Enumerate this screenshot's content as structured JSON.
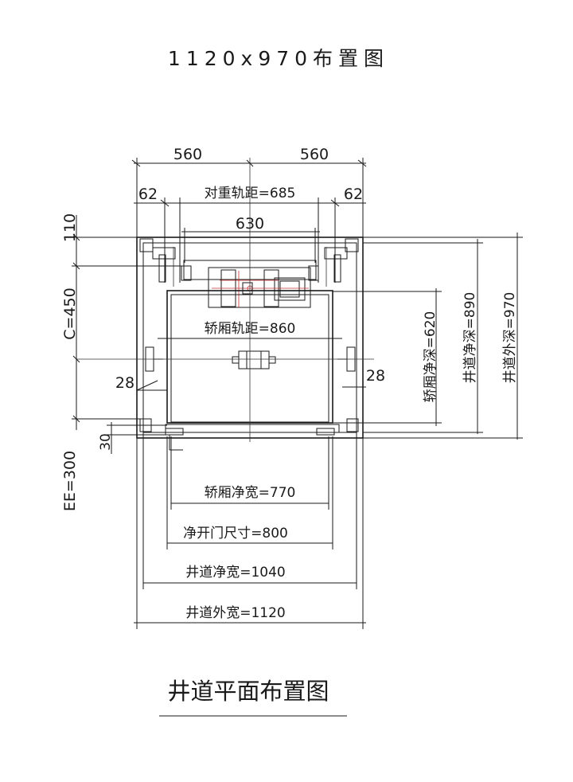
{
  "page_title": "1120x970布置图",
  "dims": {
    "top_left_half": "560",
    "top_right_half": "560",
    "left_62": "62",
    "right_62": "62",
    "cw_rail": "对重轨距=685",
    "cw_width": "630",
    "car_rail": "轿厢轨距=860",
    "car_net_width": "轿厢净宽=770",
    "door_clear": "净开门尺寸=800",
    "shaft_clear_width": "井道净宽=1040",
    "shaft_outer_width": "井道外宽=1120",
    "left_110": "110",
    "left_c": "C=450",
    "left_ee": "EE=300",
    "left_30": "30",
    "left_28": "28",
    "right_28": "28",
    "car_net_depth": "轿厢净深=620",
    "shaft_clear_depth": "井道净深=890",
    "shaft_outer_depth": "井道外深=970"
  },
  "caption": "井道平面布置图"
}
